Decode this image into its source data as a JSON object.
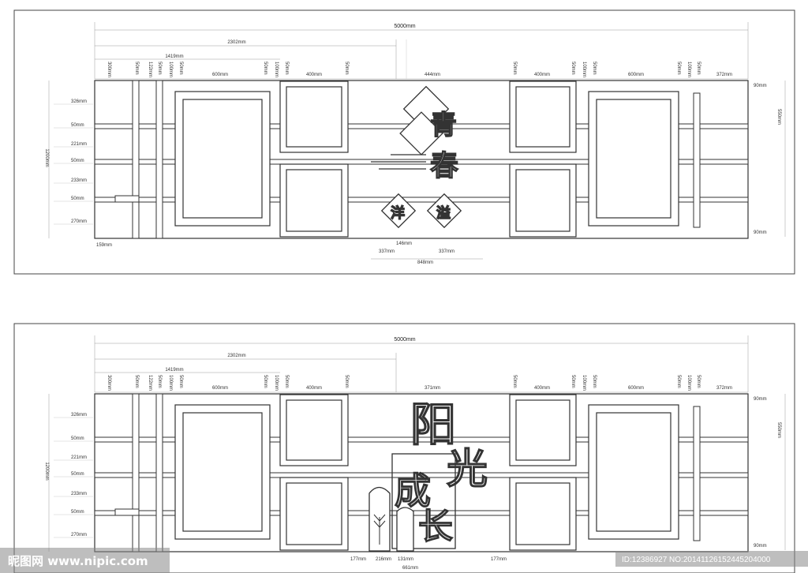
{
  "panels": [
    {
      "id": "top",
      "total": "5000mm",
      "half": "2302mm",
      "left_span": "1419mm",
      "height": "1200mm",
      "top_labels": [
        "300mm",
        "50mm",
        "122mm",
        "50mm",
        "100mm",
        "50mm",
        "600mm",
        "50mm",
        "100mm",
        "50mm",
        "400mm",
        "50mm",
        "444mm",
        "50mm",
        "400mm",
        "50mm",
        "100mm",
        "50mm",
        "600mm",
        "50mm",
        "100mm",
        "50mm",
        "372mm"
      ],
      "left_labels": [
        "326mm",
        "50mm",
        "221mm",
        "50mm",
        "233mm",
        "50mm",
        "270mm"
      ],
      "right_labels": [
        "90mm",
        "550mm",
        "90mm"
      ],
      "bottom_left": "159mm",
      "bottom_labels": [
        "146mm",
        "337mm",
        "337mm",
        "848mm"
      ],
      "center_chars": [
        "青",
        "春",
        "洋",
        "溢"
      ]
    },
    {
      "id": "bottom",
      "total": "5000mm",
      "half": "2302mm",
      "left_span": "1419mm",
      "height": "1200mm",
      "top_labels": [
        "300mm",
        "50mm",
        "122mm",
        "50mm",
        "100mm",
        "50mm",
        "600mm",
        "50mm",
        "100mm",
        "50mm",
        "400mm",
        "50mm",
        "371mm",
        "50mm",
        "400mm",
        "50mm",
        "100mm",
        "50mm",
        "600mm",
        "50mm",
        "100mm",
        "50mm",
        "372mm"
      ],
      "left_labels": [
        "326mm",
        "50mm",
        "221mm",
        "50mm",
        "233mm",
        "50mm",
        "270mm"
      ],
      "right_labels": [
        "90mm",
        "550mm",
        "90mm"
      ],
      "bottom_labels": [
        "177mm",
        "216mm",
        "131mm",
        "177mm",
        "661mm"
      ],
      "center_chars": [
        "阳",
        "光",
        "成",
        "长"
      ]
    }
  ],
  "watermark": {
    "logo_text": "昵图网 www.nipic.com",
    "id_text": "ID:12386927 NO:20141126152445204000"
  }
}
